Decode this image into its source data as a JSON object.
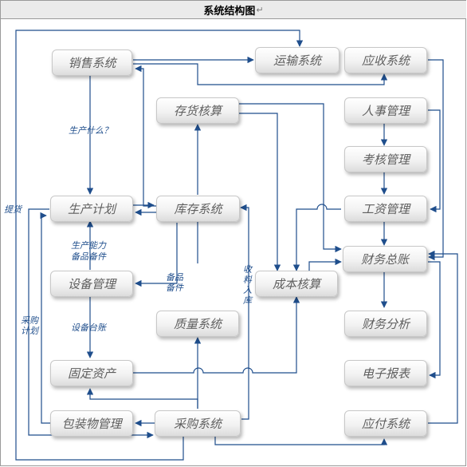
{
  "title": "系统结构图",
  "title_mark": "↵",
  "colors": {
    "line": "#1f4e8c",
    "node_text": "#5e5e5e",
    "label": "#1f4e8c"
  },
  "nodes": {
    "sales": "销售系统",
    "transport": "运输系统",
    "receivable": "应收系统",
    "inventory_acct": "存货核算",
    "hr": "人事管理",
    "assessment": "考核管理",
    "plan": "生产计划",
    "stock": "库存系统",
    "wage": "工资管理",
    "finance": "财务总账",
    "equipment": "设备管理",
    "cost": "成本核算",
    "fin_analysis": "财务分析",
    "quality": "质量系统",
    "fixed_assets": "固定资产",
    "e_report": "电子报表",
    "packaging": "包装物管理",
    "purchase": "采购系统",
    "payable": "应付系统"
  },
  "labels": {
    "produce_what": "生产什么？",
    "capacity": "生产能力",
    "spare_parts": "备品备件",
    "spare_short": "备品备件",
    "equipment_ledger": "设备台账",
    "pickup": "提货",
    "purchase_plan": "采购计划",
    "receive_stock": "收料入库"
  }
}
